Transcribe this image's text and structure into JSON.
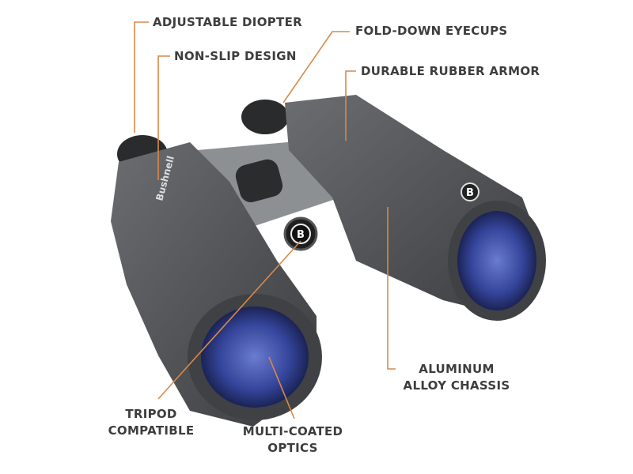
{
  "brand": "Bushnell",
  "colors": {
    "callout_line": "#d9894a",
    "label_text": "#3d3d3d",
    "body": "#4a4c4f",
    "lens": "#3a4a9a"
  },
  "callouts": {
    "adjustable_diopter": "ADJUSTABLE DIOPTER",
    "non_slip_design": "NON-SLIP DESIGN",
    "fold_down_eyecups": "FOLD-DOWN EYECUPS",
    "durable_rubber_armor": "DURABLE RUBBER ARMOR",
    "tripod_line1": "TRIPOD",
    "tripod_line2": "COMPATIBLE",
    "optics_line1": "MULTI-COATED",
    "optics_line2": "OPTICS",
    "chassis_line1": "ALUMINUM",
    "chassis_line2": "ALLOY CHASSIS"
  }
}
